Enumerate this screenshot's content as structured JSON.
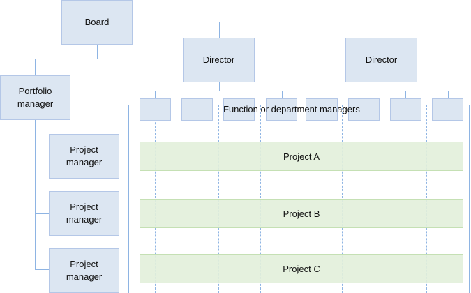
{
  "org": {
    "board": "Board",
    "directors": [
      "Director",
      "Director"
    ],
    "portfolio_manager": [
      "Portfolio",
      "manager"
    ],
    "project_managers": [
      [
        "Project",
        "manager"
      ],
      [
        "Project",
        "manager"
      ],
      [
        "Project",
        "manager"
      ]
    ],
    "function_label": "Function or department managers",
    "projects": [
      "Project A",
      "Project B",
      "Project C"
    ]
  },
  "colors": {
    "box_fill": "#dce6f2",
    "box_border": "#b4c7e7",
    "connector": "#8eb4e3",
    "project_fill": "#e2efda",
    "project_border": "#c5e0b4"
  }
}
